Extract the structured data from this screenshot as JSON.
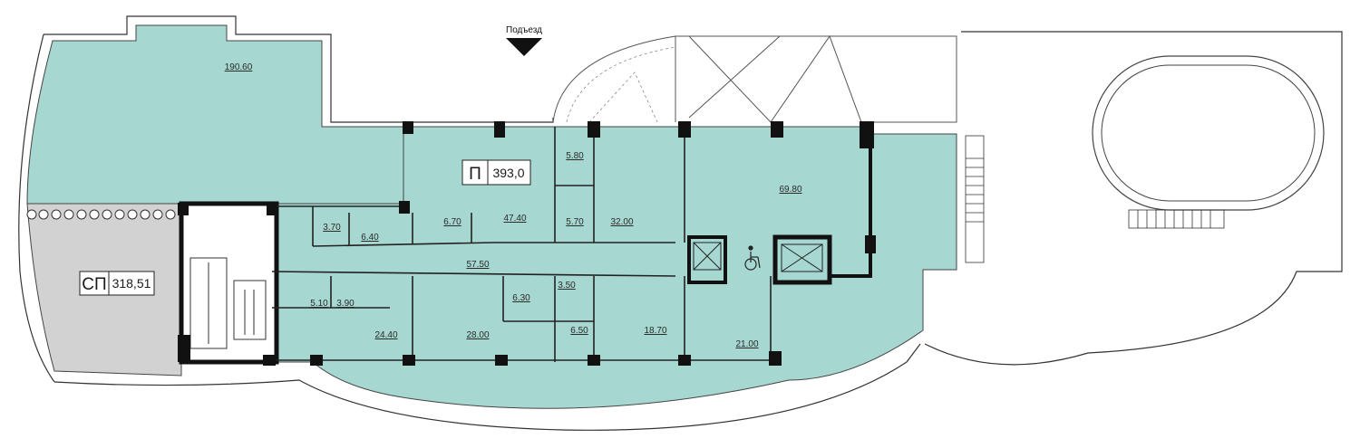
{
  "colors": {
    "floor_teal": "#a6d7d1",
    "floor_grey": "#d2d2d2",
    "wall": "#111111",
    "line": "#333333"
  },
  "entrance": {
    "label": "Подъезд",
    "icon": "down-arrow-icon"
  },
  "badges": {
    "commercial": {
      "code": "П",
      "area": "393,0"
    },
    "service": {
      "code": "СП",
      "area": "318,51"
    }
  },
  "rooms": [
    {
      "id": "terrace",
      "area": "190.60"
    },
    {
      "id": "r69",
      "area": "69.80"
    },
    {
      "id": "r58",
      "area": "5.80"
    },
    {
      "id": "r474",
      "area": "47.40"
    },
    {
      "id": "r57",
      "area": "5.70"
    },
    {
      "id": "r32",
      "area": "32.00"
    },
    {
      "id": "r67",
      "area": "6.70"
    },
    {
      "id": "r37",
      "area": "3.70"
    },
    {
      "id": "r64",
      "area": "6.40"
    },
    {
      "id": "hall",
      "area": "57.50"
    },
    {
      "id": "r51",
      "area": "5.10"
    },
    {
      "id": "r39",
      "area": "3.90"
    },
    {
      "id": "r63",
      "area": "6.30"
    },
    {
      "id": "r35",
      "area": "3.50"
    },
    {
      "id": "r244",
      "area": "24.40"
    },
    {
      "id": "r28",
      "area": "28.00"
    },
    {
      "id": "r65",
      "area": "6.50"
    },
    {
      "id": "r187",
      "area": "18.70"
    },
    {
      "id": "r21",
      "area": "21.00"
    }
  ],
  "icons": {
    "elevators": [
      "elevator-icon",
      "elevator-icon"
    ],
    "accessibility": "wheelchair-icon"
  }
}
